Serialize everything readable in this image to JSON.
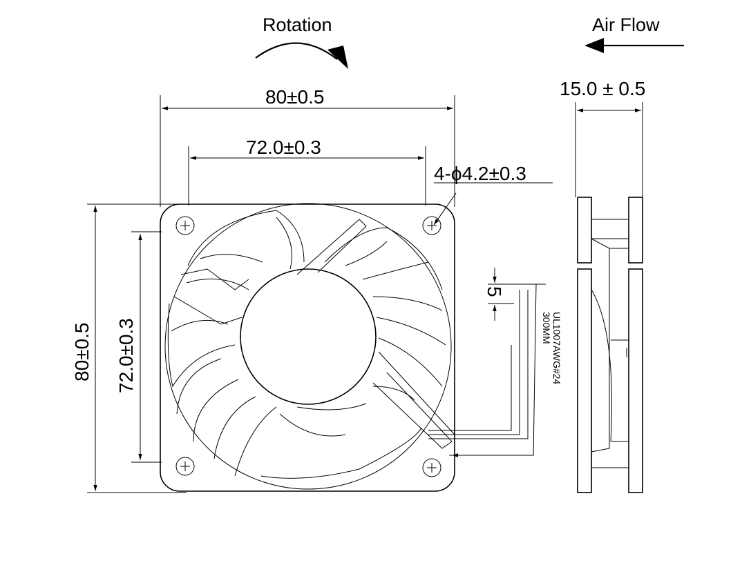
{
  "labels": {
    "rotation": "Rotation",
    "air_flow": "Air Flow"
  },
  "dimensions": {
    "overall_width": "80±0.5",
    "hole_spacing_width": "72.0±0.3",
    "hole_spec": "4-ϕ4.2±0.3",
    "overall_height": "80±0.5",
    "hole_spacing_height": "72.0±0.3",
    "thickness": "15.0 ± 0.5",
    "wire_spacing": "5"
  },
  "wire": {
    "spec": "UL1007AWG#24",
    "length": "300MM"
  }
}
